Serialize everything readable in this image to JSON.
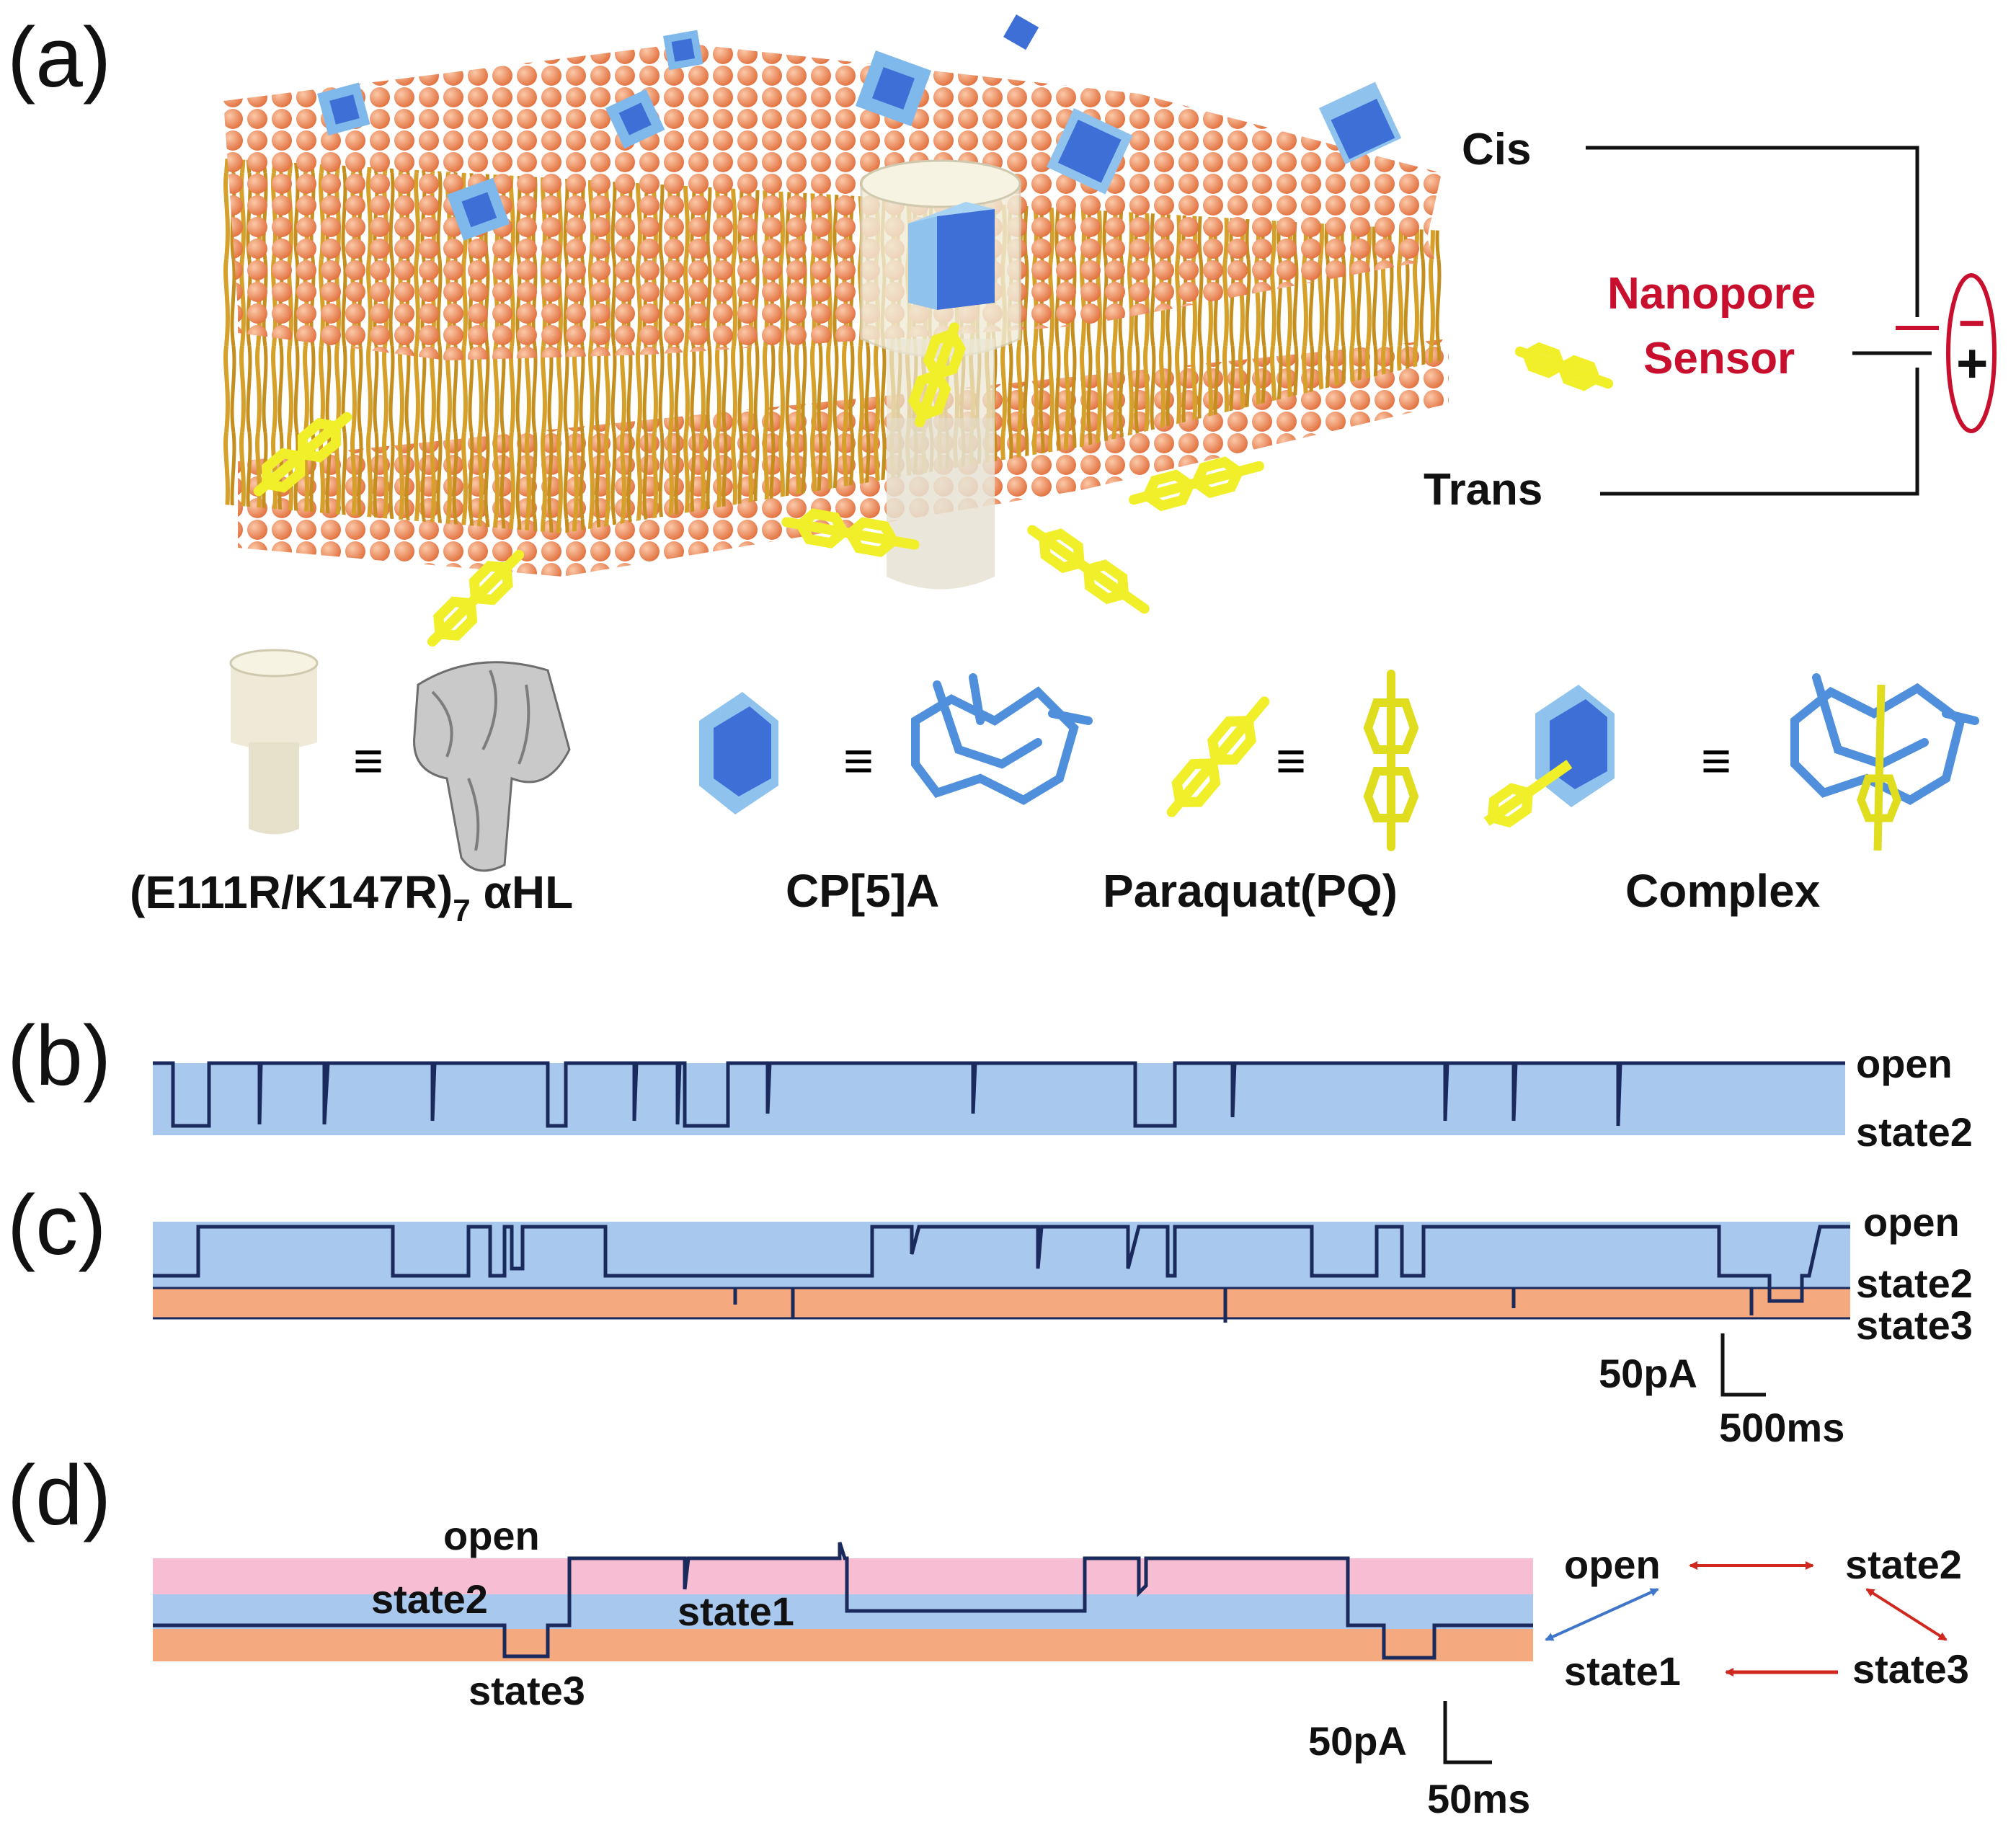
{
  "panels": {
    "a": {
      "label": "(a)",
      "circuit": {
        "cis": "Cis",
        "trans": "Trans",
        "sensor_line1": "Nanopore",
        "sensor_line2": "Sensor",
        "minus": "−",
        "plus": "+"
      },
      "legend": [
        {
          "name": "(E111R/K147R)7 αHL",
          "base": "(E111R/K147R)",
          "sub": "7",
          "suffix": " αHL",
          "equiv": "≡"
        },
        {
          "name": "CP[5]A",
          "equiv": "≡"
        },
        {
          "name": "Paraquat(PQ)",
          "equiv": "≡"
        },
        {
          "name": "Complex",
          "equiv": "≡"
        }
      ]
    },
    "b": {
      "label": "(b)",
      "levels": [
        "open",
        "state2"
      ]
    },
    "c": {
      "label": "(c)",
      "levels": [
        "open",
        "state2",
        "state3"
      ],
      "scale_current": "50pA",
      "scale_time": "500ms"
    },
    "d": {
      "label": "(d)",
      "trace_labels": {
        "open": "open",
        "state1": "state1",
        "state2": "state2",
        "state3": "state3"
      },
      "scale_current": "50pA",
      "scale_time": "50ms",
      "scheme": {
        "open": "open",
        "state1": "state1",
        "state2": "state2",
        "state3": "state3"
      }
    }
  },
  "colors": {
    "membrane_head": "#f08a5d",
    "membrane_tail": "#d9a52a",
    "cp5a_blue": "#3d6fd6",
    "cp5a_light": "#8fc3ee",
    "paraquat": "#f0ef2a",
    "level_open_band": "#a9c8ee",
    "level_state3_band": "#f5a97e",
    "level_pink_band": "#f7bdd2",
    "trace": "#1b2a5c",
    "sensor_red": "#c8102e",
    "arrow_red": "#d0281e",
    "arrow_blue": "#3f76c9"
  }
}
